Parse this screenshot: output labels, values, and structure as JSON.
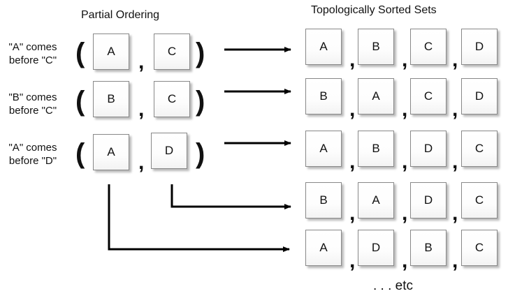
{
  "headers": {
    "partial": "Partial Ordering",
    "sorted": "Topologically Sorted Sets"
  },
  "rules": [
    {
      "label_line1": "\"A\" comes",
      "label_line2": "before \"C\"",
      "pair": [
        "A",
        "C"
      ]
    },
    {
      "label_line1": "\"B\" comes",
      "label_line2": "before \"C\"",
      "pair": [
        "B",
        "C"
      ]
    },
    {
      "label_line1": "\"A\" comes",
      "label_line2": "before \"D\"",
      "pair": [
        "A",
        "D"
      ]
    }
  ],
  "punctuation": {
    "open": "(",
    "close": ")",
    "comma": ","
  },
  "sorted_sets": [
    [
      "A",
      "B",
      "C",
      "D"
    ],
    [
      "B",
      "A",
      "C",
      "D"
    ],
    [
      "A",
      "B",
      "D",
      "C"
    ],
    [
      "B",
      "A",
      "D",
      "C"
    ],
    [
      "A",
      "D",
      "B",
      "C"
    ]
  ],
  "footer": {
    "etc": ". . . etc"
  },
  "colors": {
    "arrow": "#000000",
    "box_border": "#888888"
  }
}
